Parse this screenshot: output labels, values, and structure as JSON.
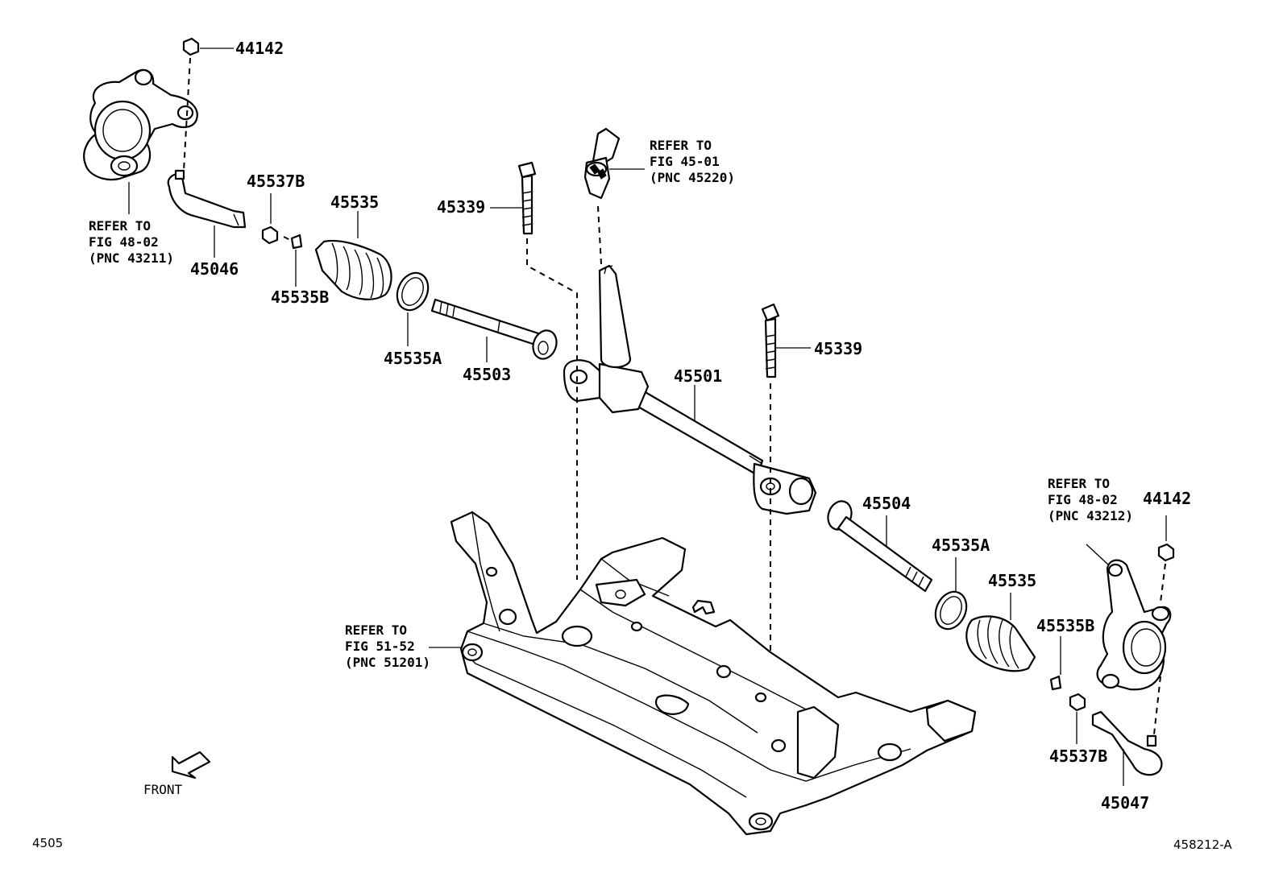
{
  "labels": {
    "nut_top_left": "44142",
    "nut_right": "44142",
    "tie_rod_end_left": "45046",
    "tie_rod_end_right": "45047",
    "lock_nut_left": "45537B",
    "lock_nut_right": "45537B",
    "clip_left": "45535B",
    "clip_right": "45535B",
    "boot_left": "45535",
    "boot_right": "45535",
    "band_left": "45535A",
    "band_right": "45535A",
    "rack_end_left": "45503",
    "rack_end_right": "45504",
    "gear_assembly": "45501",
    "bolt_left": "45339",
    "bolt_right": "45339"
  },
  "refs": {
    "knuckle_left": [
      "REFER TO",
      "FIG 48-02",
      "(PNC 43211)"
    ],
    "shaft": [
      "REFER TO",
      "FIG 45-01",
      "(PNC 45220)"
    ],
    "crossmember": [
      "REFER TO",
      "FIG 51-52",
      "(PNC 51201)"
    ],
    "knuckle_right": [
      "REFER TO",
      "FIG 48-02",
      "(PNC 43212)"
    ]
  },
  "front_label": "FRONT",
  "footer": {
    "page_code": "4505",
    "figure_code": "458212-A"
  }
}
